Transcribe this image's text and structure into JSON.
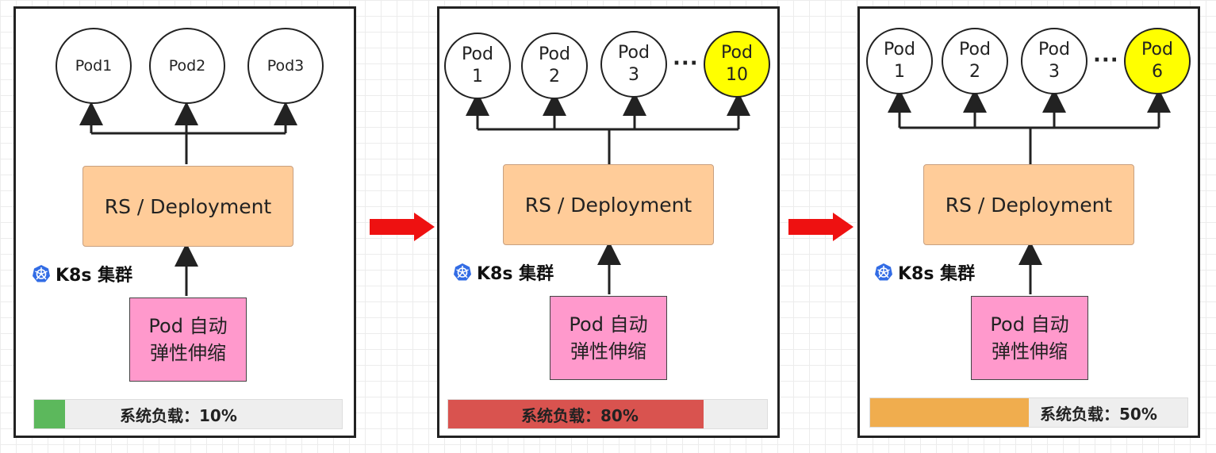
{
  "panels": [
    {
      "pods": [
        {
          "label": "Pod1",
          "highlight": false
        },
        {
          "label": "Pod2",
          "highlight": false
        },
        {
          "label": "Pod3",
          "highlight": false
        }
      ],
      "rs_label": "RS / Deployment",
      "cluster_label": "K8s 集群",
      "hpa_line1": "Pod 自动",
      "hpa_line2": "弹性伸缩",
      "load_label": "系统负载：10%",
      "load_fraction": 0.1,
      "load_color": "#5cb85c"
    },
    {
      "pods": [
        {
          "label": "Pod\n1",
          "highlight": false
        },
        {
          "label": "Pod\n2",
          "highlight": false
        },
        {
          "label": "Pod\n3",
          "highlight": false
        },
        {
          "label": "Pod\n10",
          "highlight": true
        }
      ],
      "ellipsis": "···",
      "rs_label": "RS / Deployment",
      "cluster_label": "K8s 集群",
      "hpa_line1": "Pod 自动",
      "hpa_line2": "弹性伸缩",
      "load_label": "系统负载：80%",
      "load_fraction": 0.8,
      "load_color": "#d9534f"
    },
    {
      "pods": [
        {
          "label": "Pod\n1",
          "highlight": false
        },
        {
          "label": "Pod\n2",
          "highlight": false
        },
        {
          "label": "Pod\n3",
          "highlight": false
        },
        {
          "label": "Pod\n6",
          "highlight": true
        }
      ],
      "ellipsis": "···",
      "rs_label": "RS / Deployment",
      "cluster_label": "K8s 集群",
      "hpa_line1": "Pod 自动",
      "hpa_line2": "弹性伸缩",
      "load_label": "系统负载：50%",
      "load_fraction": 0.5,
      "load_color": "#f0ad4e"
    }
  ],
  "colors": {
    "transition_arrow": "#ee1111",
    "pod_highlight": "#ffff00",
    "rs_fill": "#ffcc99",
    "hpa_fill": "#ff99cc"
  }
}
